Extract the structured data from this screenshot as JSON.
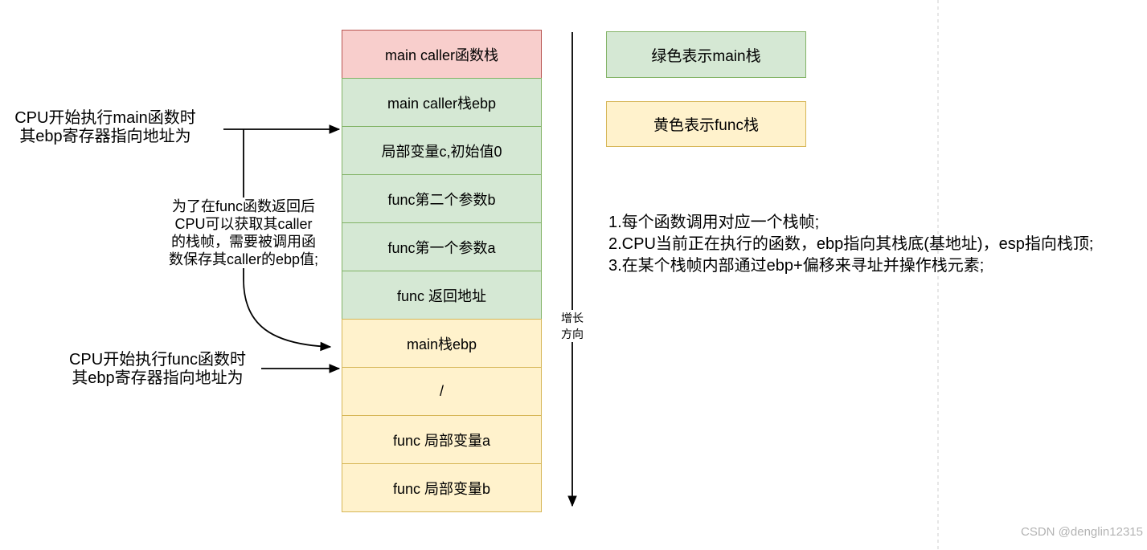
{
  "page": {
    "background": "#ffffff",
    "watermark": "CSDN @denglin12315"
  },
  "colors": {
    "red": {
      "fill": "#f8cecc",
      "stroke": "#b85450"
    },
    "green": {
      "fill": "#d5e8d4",
      "stroke": "#82b366"
    },
    "yellow": {
      "fill": "#fff2cc",
      "stroke": "#d6b656"
    },
    "line": "#000000",
    "page_boundary": "#cccccc",
    "watermark_text": "#b3b3b3"
  },
  "stack": {
    "cells": [
      {
        "label": "main caller函数栈",
        "type": "red"
      },
      {
        "label": "main caller栈ebp",
        "type": "green"
      },
      {
        "label": "局部变量c,初始值0",
        "type": "green"
      },
      {
        "label": "func第二个参数b",
        "type": "green"
      },
      {
        "label": "func第一个参数a",
        "type": "green"
      },
      {
        "label": "func 返回地址",
        "type": "green"
      },
      {
        "label": "main栈ebp",
        "type": "yellow"
      },
      {
        "label": "/",
        "type": "yellow"
      },
      {
        "label": "func 局部变量a",
        "type": "yellow"
      },
      {
        "label": "func 局部变量b",
        "type": "yellow"
      }
    ]
  },
  "legend": {
    "green": "绿色表示main栈",
    "yellow": "黄色表示func栈"
  },
  "annotations": {
    "main_ebp": {
      "line1": "CPU开始执行main函数时",
      "line2": "其ebp寄存器指向地址为"
    },
    "saved_ebp": {
      "line1": "为了在func函数返回后",
      "line2": "CPU可以获取其caller",
      "line3": "的栈帧，需要被调用函",
      "line4": "数保存其caller的ebp值;"
    },
    "func_ebp": {
      "line1": "CPU开始执行func函数时",
      "line2": "其ebp寄存器指向地址为"
    }
  },
  "growth_arrow": {
    "line1": "增长",
    "line2": "方向"
  },
  "notes": {
    "item1": "1.每个函数调用对应一个栈帧;",
    "item2": "2.CPU当前正在执行的函数，ebp指向其栈底(基地址)，esp指向栈顶;",
    "item3": "3.在某个栈帧内部通过ebp+偏移来寻址并操作栈元素;"
  }
}
